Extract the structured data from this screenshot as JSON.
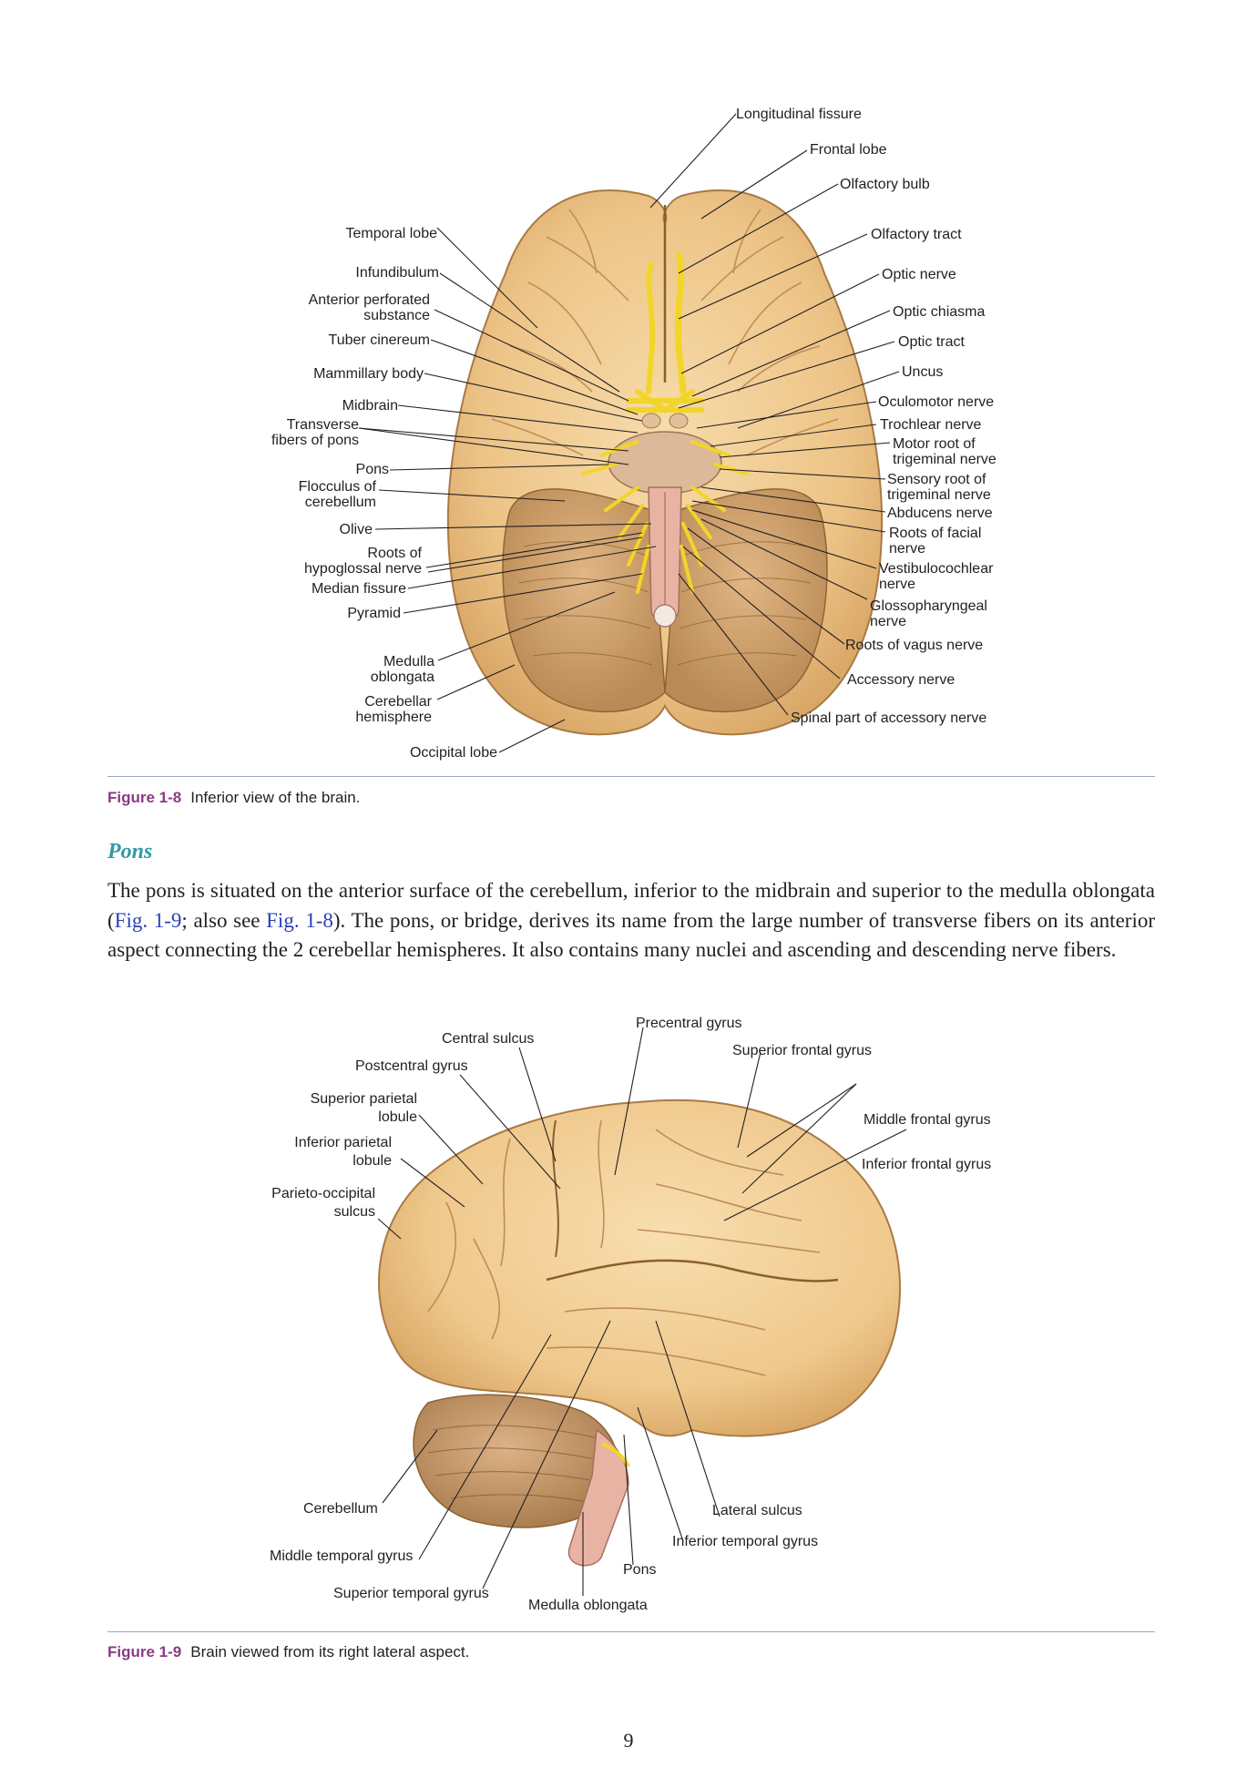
{
  "figure1": {
    "number": "Figure 1-8",
    "caption": "Inferior view of the brain.",
    "labels": {
      "longitudinal_fissure": "Longitudinal fissure",
      "frontal_lobe": "Frontal lobe",
      "olfactory_bulb": "Olfactory bulb",
      "olfactory_tract": "Olfactory tract",
      "optic_nerve": "Optic nerve",
      "optic_chiasma": "Optic chiasma",
      "optic_tract": "Optic tract",
      "uncus": "Uncus",
      "oculomotor_nerve": "Oculomotor nerve",
      "trochlear_nerve": "Trochlear nerve",
      "motor_root_1": "Motor root of",
      "motor_root_2": "trigeminal nerve",
      "sensory_root_1": "Sensory root of",
      "sensory_root_2": "trigeminal nerve",
      "abducens_nerve": "Abducens nerve",
      "facial_1": "Roots of facial",
      "facial_2": "nerve",
      "vestibulocochlear_1": "Vestibulocochlear",
      "vestibulocochlear_2": "nerve",
      "glossopharyngeal_1": "Glossopharyngeal",
      "glossopharyngeal_2": "nerve",
      "vagus": "Roots of vagus nerve",
      "accessory": "Accessory nerve",
      "spinal_accessory": "Spinal part of accessory nerve",
      "temporal_lobe": "Temporal lobe",
      "infundibulum": "Infundibulum",
      "ant_perforated_1": "Anterior perforated",
      "ant_perforated_2": "substance",
      "tuber_cinereum": "Tuber cinereum",
      "mammillary_body": "Mammillary body",
      "midbrain": "Midbrain",
      "transverse_1": "Transverse",
      "transverse_2": "fibers of pons",
      "pons": "Pons",
      "flocculus_1": "Flocculus of",
      "flocculus_2": "cerebellum",
      "olive": "Olive",
      "hypoglossal_1": "Roots of",
      "hypoglossal_2": "hypoglossal nerve",
      "median_fissure": "Median fissure",
      "pyramid": "Pyramid",
      "medulla_1": "Medulla",
      "medulla_2": "oblongata",
      "cerebellar_1": "Cerebellar",
      "cerebellar_2": "hemisphere",
      "occipital_lobe": "Occipital lobe"
    }
  },
  "section": {
    "heading": "Pons",
    "paragraph_start": "The pons is situated on the anterior surface of the cerebellum, inferior to the midbrain and superior to the medulla oblongata (",
    "ref1": "Fig. 1-9",
    "middle": "; also see ",
    "ref2": "Fig. 1-8",
    "paragraph_end": "). The pons, or bridge, derives its name from the large number of transverse fibers on its anterior aspect connecting the 2 cerebellar hemispheres. It also contains many nuclei and ascending and descending nerve fibers."
  },
  "figure2": {
    "number": "Figure 1-9",
    "caption": "Brain viewed from its right lateral aspect.",
    "labels": {
      "precentral_gyrus": "Precentral gyrus",
      "central_sulcus": "Central sulcus",
      "superior_frontal_gyrus": "Superior frontal gyrus",
      "postcentral_gyrus": "Postcentral gyrus",
      "sup_parietal_1": "Superior parietal",
      "sup_parietal_2": "lobule",
      "middle_frontal_gyrus": "Middle frontal gyrus",
      "inf_parietal_1": "Inferior parietal",
      "inf_parietal_2": "lobule",
      "inferior_frontal_gyrus": "Inferior frontal gyrus",
      "parieto_occipital_1": "Parieto-occipital",
      "parieto_occipital_2": "sulcus",
      "cerebellum": "Cerebellum",
      "lateral_sulcus": "Lateral sulcus",
      "inferior_temporal_gyrus": "Inferior temporal gyrus",
      "middle_temporal_gyrus": "Middle temporal gyrus",
      "pons": "Pons",
      "superior_temporal_gyrus": "Superior temporal gyrus",
      "medulla_oblongata": "Medulla oblongata"
    }
  },
  "page_number": "9",
  "colors": {
    "brain": "#f0c98f",
    "brain_dark": "#c9975a",
    "nerve": "#f2d52a",
    "brainstem": "#e9b3a3",
    "figure_number": "#8b3a86",
    "heading": "#2f9aa6",
    "link": "#2a3fb0"
  }
}
